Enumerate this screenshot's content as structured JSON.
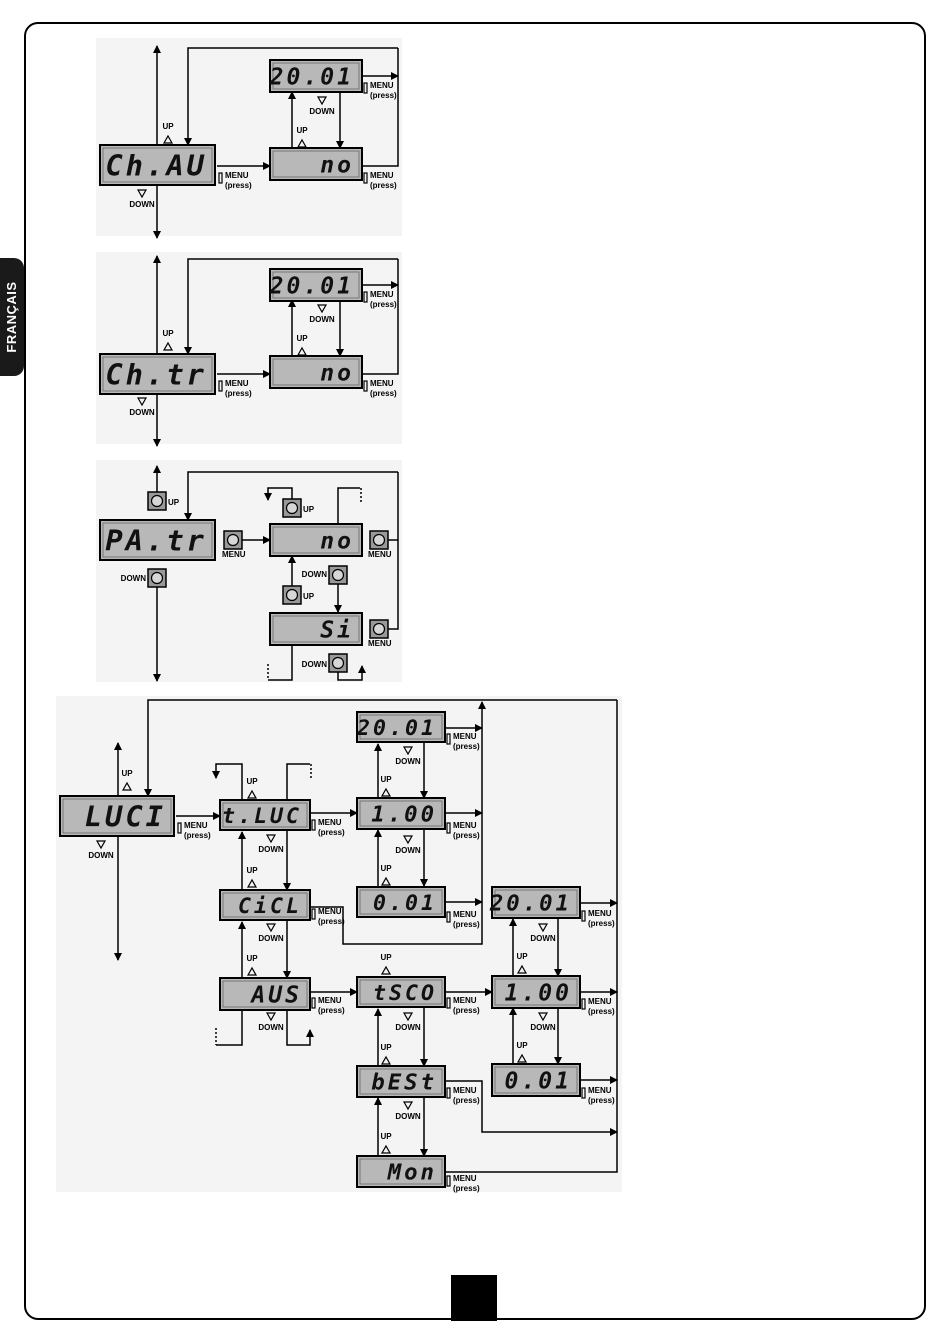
{
  "language_tab": "FRANÇAIS",
  "labels": {
    "up": "UP",
    "down": "DOWN",
    "menu": "MENU",
    "press": "(press)"
  },
  "displays": {
    "chau": "Ch.AU",
    "chau_val": "20.01",
    "chau_no": "no",
    "chtr": "Ch.tr",
    "chtr_val": "20.01",
    "chtr_no": "no",
    "patr": "PA.tr",
    "patr_no": "no",
    "patr_si": "Si",
    "luci": "LUCI",
    "tluc": "t.LUC",
    "tluc_val1": "20.01",
    "tluc_val2": "1.00",
    "tluc_val3": "0.01",
    "ciCL": "CiCL",
    "aus": "AUS",
    "tsco": "tSCO",
    "aus_val1": "20.01",
    "aus_val2": "1.00",
    "aus_val3": "0.01",
    "best": "bESt",
    "mon": "Mon"
  },
  "colors": {
    "lcd": "#b8b8b8",
    "line": "#000000",
    "button": "#999999"
  }
}
